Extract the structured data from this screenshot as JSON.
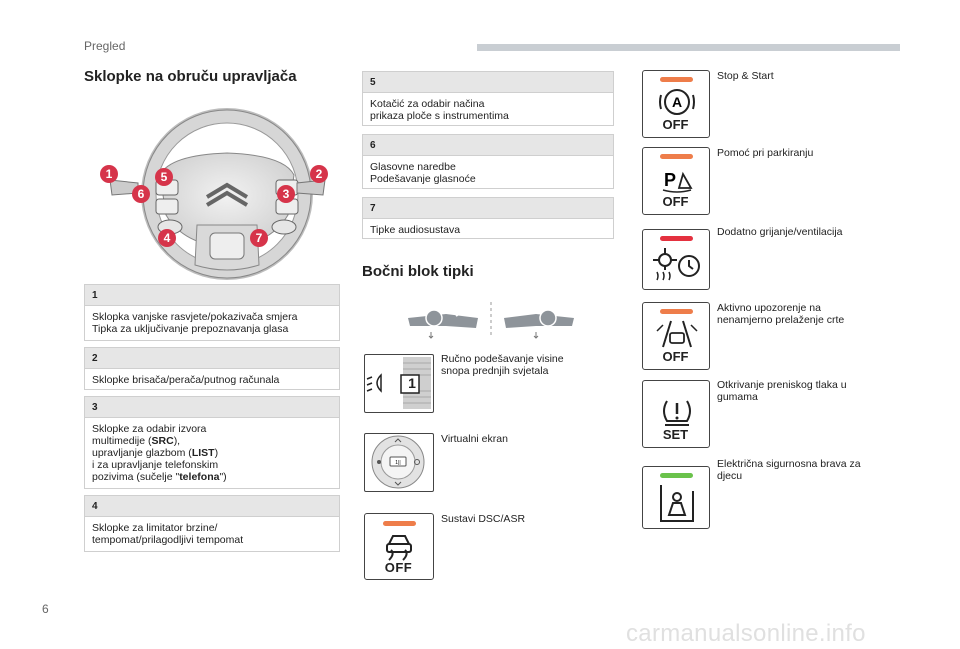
{
  "header": {
    "section": "Pregled"
  },
  "page_number": "6",
  "watermark": "carmanualsonline.info",
  "colors": {
    "orange_led": "#ee7d4a",
    "red_led": "#e4313f",
    "green_led": "#6ac24b",
    "callout_red": "#d6344a"
  },
  "steering": {
    "title": "Sklopke na obruču upravljača",
    "callouts": [
      "1",
      "2",
      "3",
      "4",
      "5",
      "6",
      "7"
    ],
    "boxes": [
      {
        "num": "1",
        "lines": [
          "Sklopka vanjske rasvjete/pokazivača smjera",
          "Tipka za uključivanje prepoznavanja glasa"
        ]
      },
      {
        "num": "2",
        "lines": [
          "Sklopke brisača/perača/putnog računala"
        ]
      },
      {
        "num": "3",
        "l1": "Sklopke za odabir izvora",
        "l2a": "multimedije (",
        "l2b": "SRC",
        "l2c": "),",
        "l3a": "upravljanje glazbom (",
        "l3b": "LIST",
        "l3c": ")",
        "l4": "i za upravljanje telefonskim",
        "l5a": "pozivima (sučelje \"",
        "l5b": "telefona",
        "l5c": "\")"
      },
      {
        "num": "4",
        "lines": [
          "Sklopke za limitator brzine/",
          "tempomat/prilagodljivi tempomat"
        ]
      },
      {
        "num": "5",
        "lines": [
          "Kotačić za odabir načina",
          "prikaza ploče s instrumentima"
        ]
      },
      {
        "num": "6",
        "lines": [
          "Glasovne naredbe",
          "Podešavanje glasnoće"
        ]
      },
      {
        "num": "7",
        "lines": [
          "Tipke audiosustava"
        ]
      }
    ]
  },
  "side_block": {
    "title": "Bočni blok tipki",
    "items": [
      {
        "icon": "headlamp-level-icon",
        "wheel_digit": "1",
        "lines": [
          "Ručno podešavanje visine",
          "snopa prednjih svjetala"
        ]
      },
      {
        "icon": "virtual-display-icon",
        "lines": [
          "Virtualni ekran"
        ]
      },
      {
        "icon": "dsc-asr-off-icon",
        "off": "OFF",
        "lines": [
          "Sustavi DSC/ASR"
        ]
      }
    ]
  },
  "right_column": [
    {
      "icon": "stop-start-icon",
      "led": "orange",
      "sub": "OFF",
      "lines": [
        "Stop & Start"
      ]
    },
    {
      "icon": "park-assist-icon",
      "led": "orange",
      "sub": "OFF",
      "lines": [
        "Pomoć pri parkiranju"
      ]
    },
    {
      "icon": "aux-heating-icon",
      "led": "red",
      "lines": [
        "Dodatno grijanje/ventilacija"
      ]
    },
    {
      "icon": "lane-departure-icon",
      "led": "orange",
      "sub": "OFF",
      "lines": [
        "Aktivno upozorenje na",
        "nenamjerno prelaženje crte"
      ]
    },
    {
      "icon": "tyre-pressure-icon",
      "led": "",
      "sub": "SET",
      "lines": [
        "Otkrivanje preniskog tlaka u",
        "gumama"
      ]
    },
    {
      "icon": "child-lock-icon",
      "led": "green",
      "lines": [
        "Električna sigurnosna brava za",
        "djecu"
      ]
    }
  ]
}
